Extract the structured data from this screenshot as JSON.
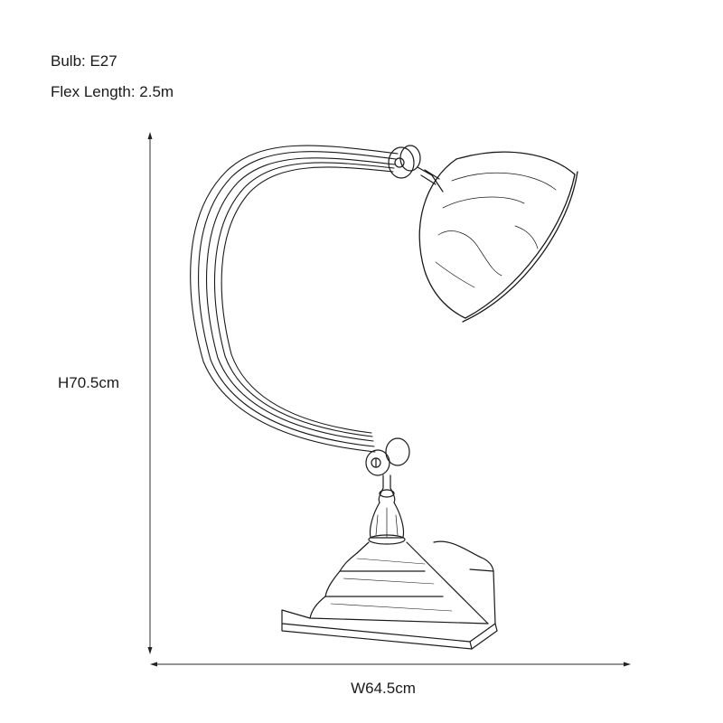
{
  "specs": {
    "bulb": "Bulb: E27",
    "flex_length": "Flex Length: 2.5m"
  },
  "dimensions": {
    "height_label": "H70.5cm",
    "width_label": "W64.5cm"
  },
  "illustration": {
    "subject": "desk-lamp-line-drawing",
    "parts": [
      "dome-shade",
      "shade-swivel-knuckle",
      "curved-triple-arm",
      "base-swivel-knuckle",
      "baluster-stem",
      "stepped-square-base"
    ],
    "line_color": "#1a1a1a",
    "background": "#ffffff"
  }
}
